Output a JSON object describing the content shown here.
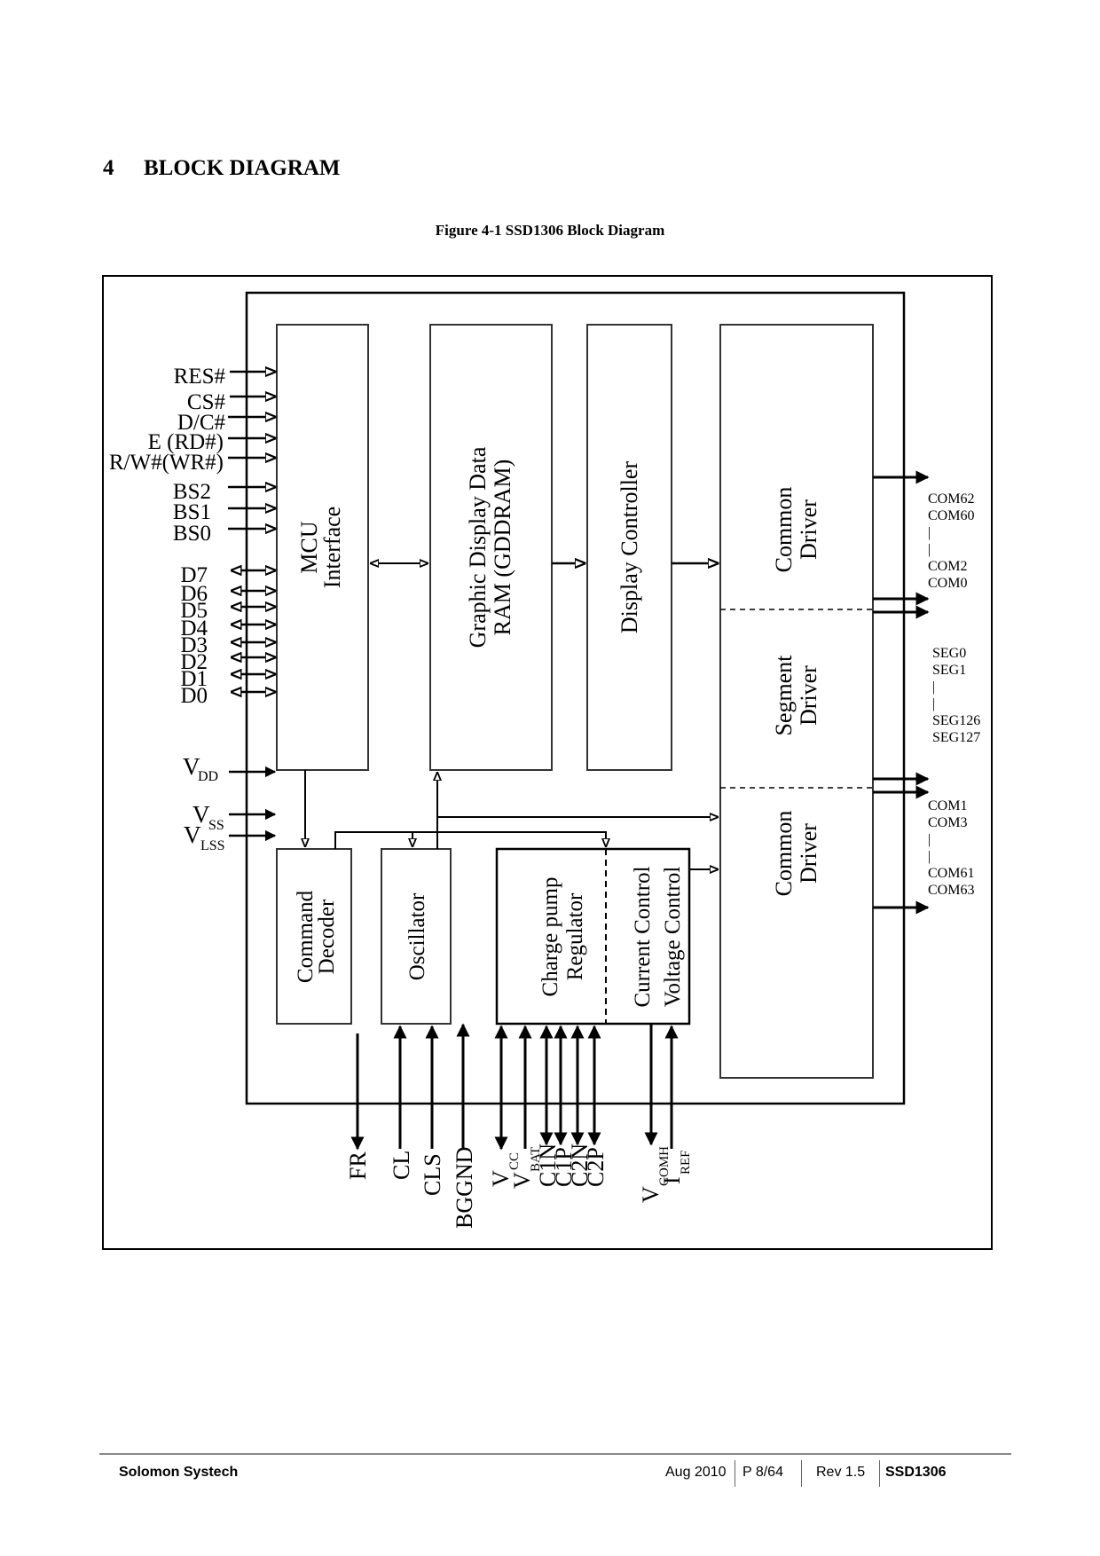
{
  "section": {
    "number": "4",
    "title": "BLOCK DIAGRAM"
  },
  "figure": {
    "caption": "Figure 4-1 SSD1306 Block Diagram"
  },
  "blocks": {
    "mcu_interface": [
      "MCU",
      "Interface"
    ],
    "gddram": [
      "Graphic Display Data",
      "RAM (GDDRAM)"
    ],
    "display_controller": [
      "Display Controller"
    ],
    "common_driver_top": [
      "Common",
      "Driver"
    ],
    "segment_driver": [
      "Segment",
      "Driver"
    ],
    "common_driver_bottom": [
      "Common",
      "Driver"
    ],
    "command_decoder": [
      "Command",
      "Decoder"
    ],
    "oscillator": [
      "Oscillator"
    ],
    "charge_pump": [
      "Charge pump",
      "Regulator"
    ],
    "current_voltage_control": [
      "Current Control",
      "Voltage Control"
    ]
  },
  "left_pins": {
    "control": [
      "RES#",
      "CS#",
      "D/C#",
      "E (RD#)",
      "R/W#(WR#)"
    ],
    "bus_select": [
      "BS2",
      "BS1",
      "BS0"
    ],
    "data": [
      "D7",
      "D6",
      "D5",
      "D4",
      "D3",
      "D2",
      "D1",
      "D0"
    ],
    "power": [
      {
        "main": "V",
        "sub": "DD"
      },
      {
        "main": "V",
        "sub": "SS"
      },
      {
        "main": "V",
        "sub": "LSS"
      }
    ]
  },
  "right_pins": {
    "com_top": [
      "COM62",
      "COM60",
      "|",
      "|",
      "COM2",
      "COM0"
    ],
    "seg": [
      "SEG0",
      "SEG1",
      "|",
      "|",
      "SEG126",
      "SEG127"
    ],
    "com_bottom": [
      "COM1",
      "COM3",
      "|",
      "|",
      "COM61",
      "COM63"
    ]
  },
  "bottom_pins": {
    "fr": "FR",
    "cl": "CL",
    "cls": "CLS",
    "bggnd": "BGGND",
    "vcc": {
      "main": "V",
      "sub": "CC"
    },
    "vbat": {
      "main": "V",
      "sub": "BAT"
    },
    "c1n": "C1N",
    "c1p": "C1P",
    "c2n": "C2N",
    "c2p": "C2P",
    "vcomh": {
      "main": "V",
      "sub": "COMH"
    },
    "iref": {
      "main": "I",
      "sub": "REF"
    }
  },
  "footer": {
    "company": "Solomon Systech",
    "date": "Aug 2010",
    "page": "P 8/64",
    "rev": "Rev 1.5",
    "part": "SSD1306"
  }
}
